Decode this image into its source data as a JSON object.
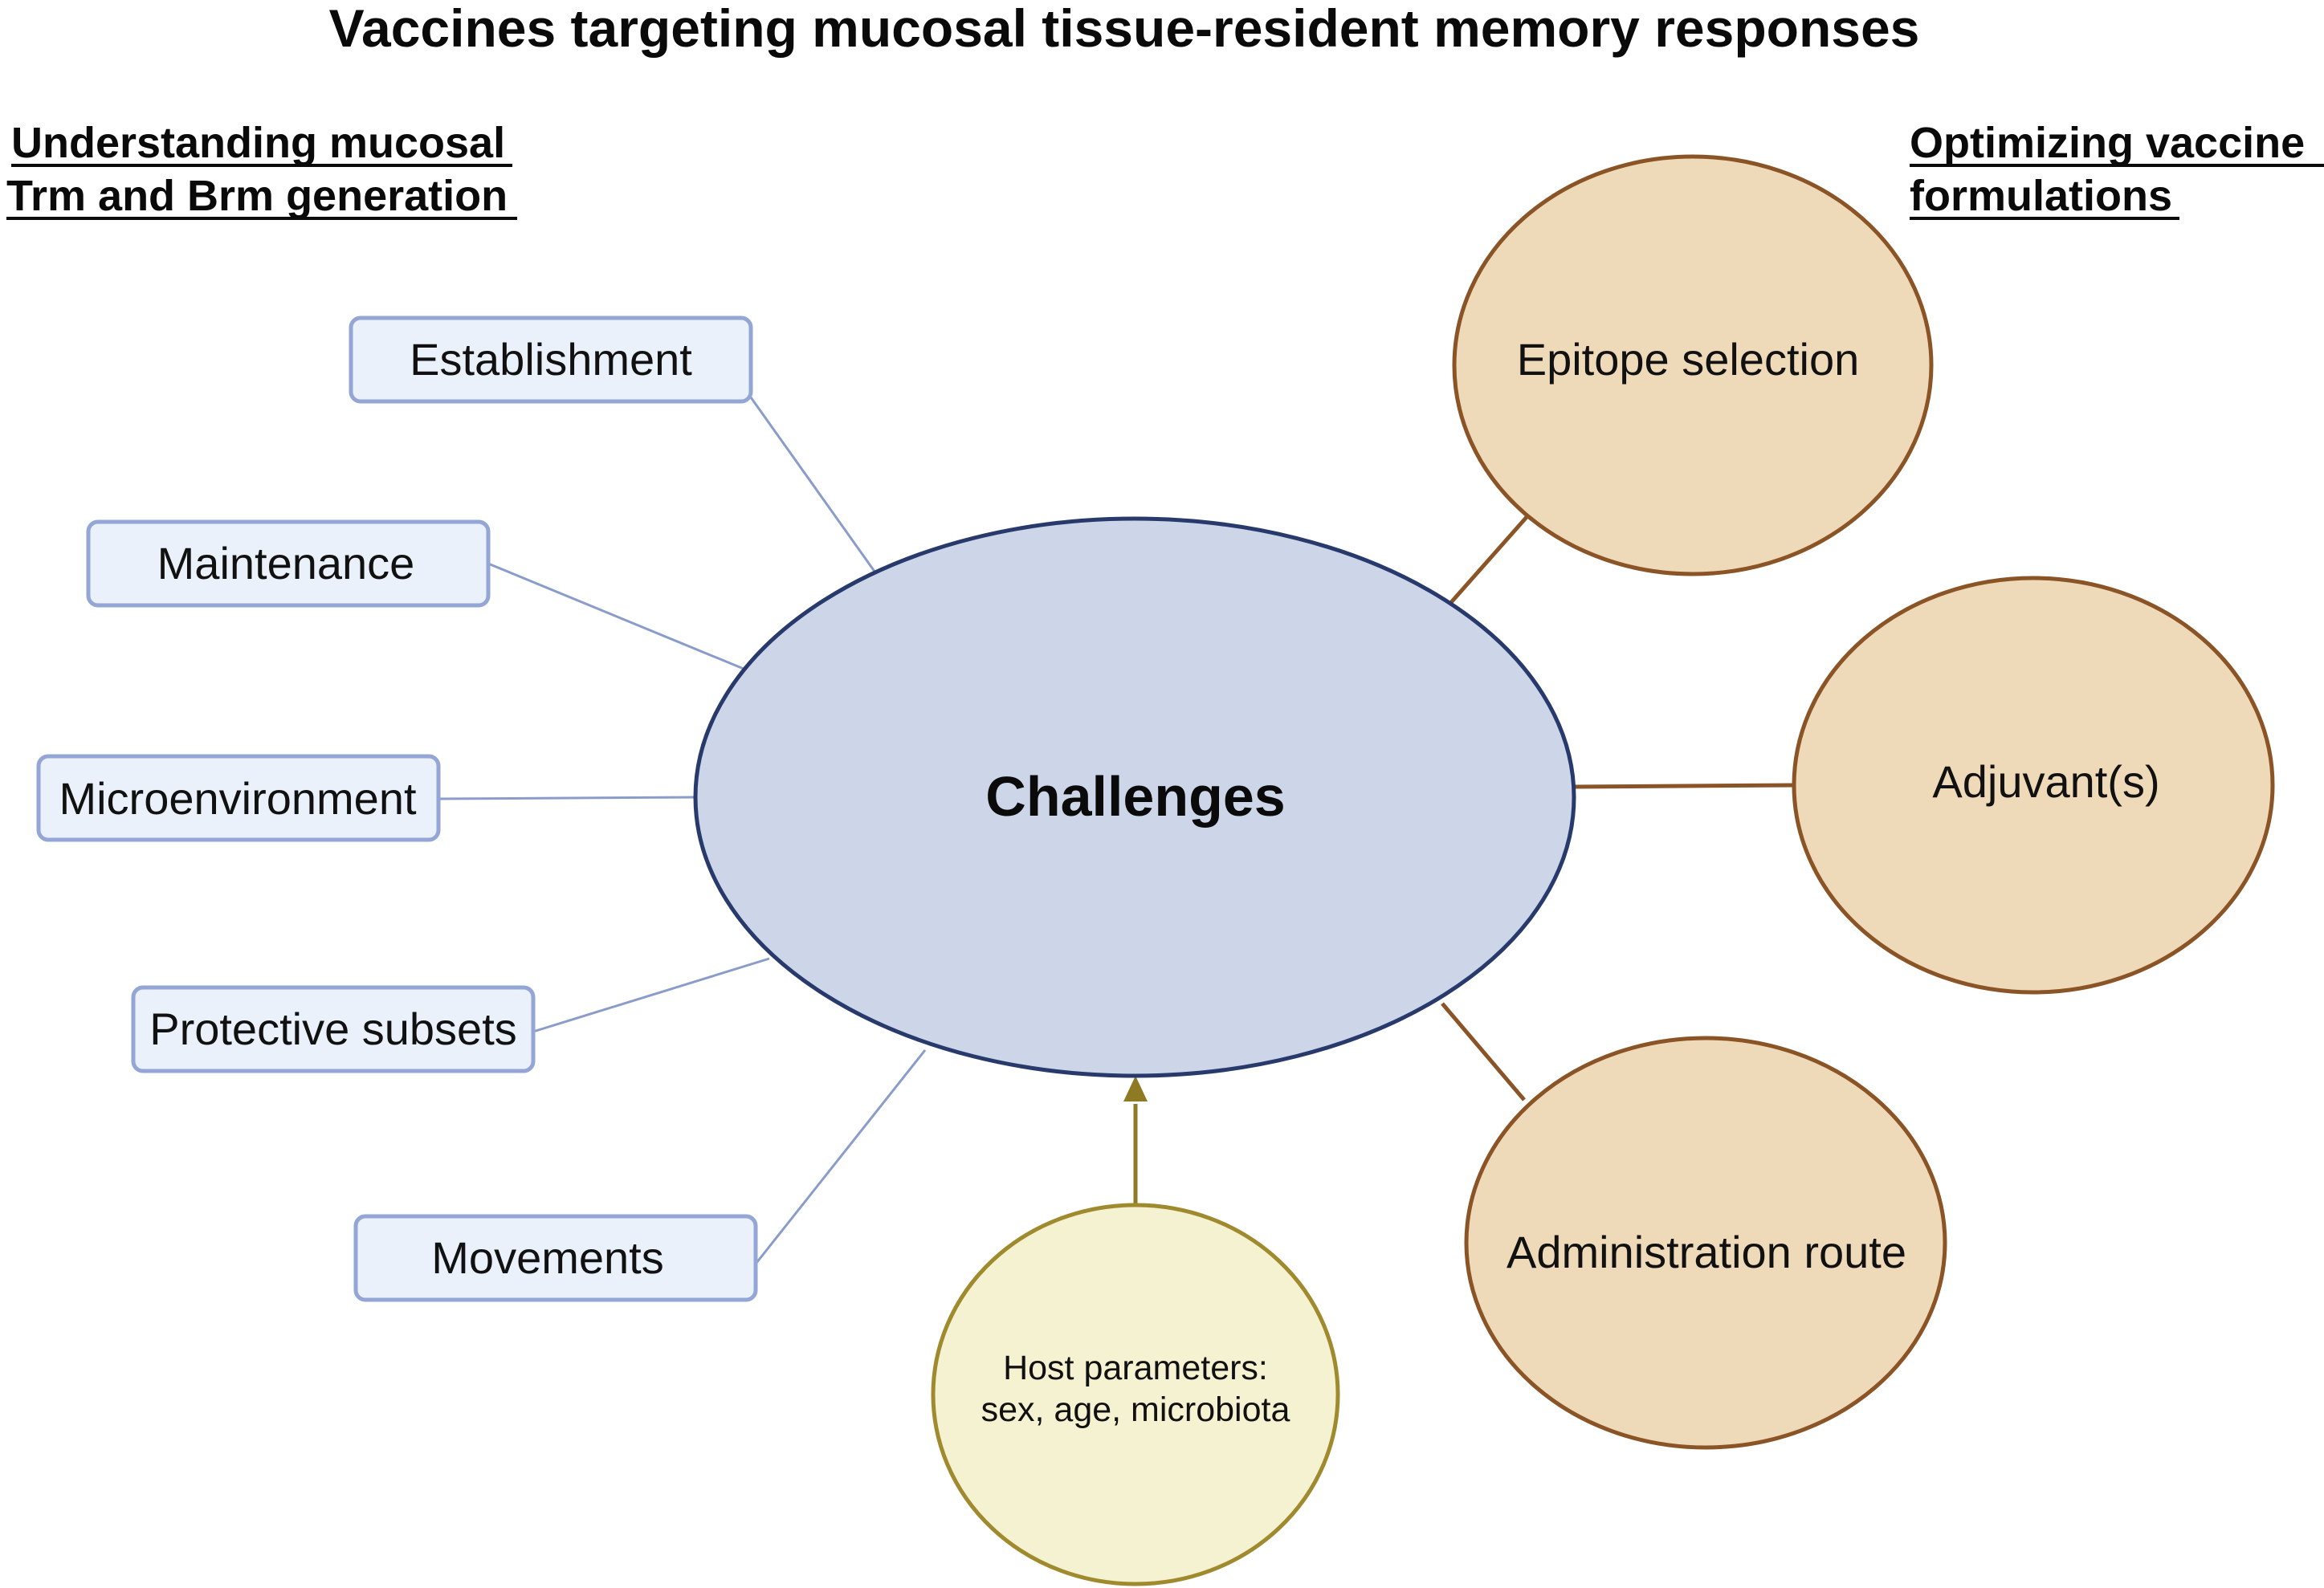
{
  "title": "Vaccines targeting mucosal tissue-resident memory responses",
  "left_section": {
    "heading_lines": [
      "Understanding mucosal",
      "Trm and Brm generation"
    ],
    "items": [
      "Establishment",
      "Maintenance",
      "Microenvironment",
      "Protective subsets",
      "Movements"
    ]
  },
  "right_section": {
    "heading_lines": [
      "Optimizing vaccine",
      "formulations"
    ],
    "items": [
      "Epitope selection",
      "Adjuvant(s)",
      "Administration route"
    ]
  },
  "center": {
    "label": "Challenges"
  },
  "host": {
    "lines": [
      "Host parameters:",
      "sex, age, microbiota"
    ]
  },
  "colors": {
    "left_box_fill": "#eaf1fb",
    "left_box_stroke": "#93a6d6",
    "left_connector": "#8a9cc9",
    "center_fill": "#cdd5e9",
    "center_stroke": "#283a6c",
    "right_oval_fill": "#eed9b9",
    "right_oval_stroke": "#8a5426",
    "right_connector": "#8a5426",
    "host_fill": "#f5f2d2",
    "host_stroke": "#a08a2e",
    "arrow": "#8d7a22"
  }
}
